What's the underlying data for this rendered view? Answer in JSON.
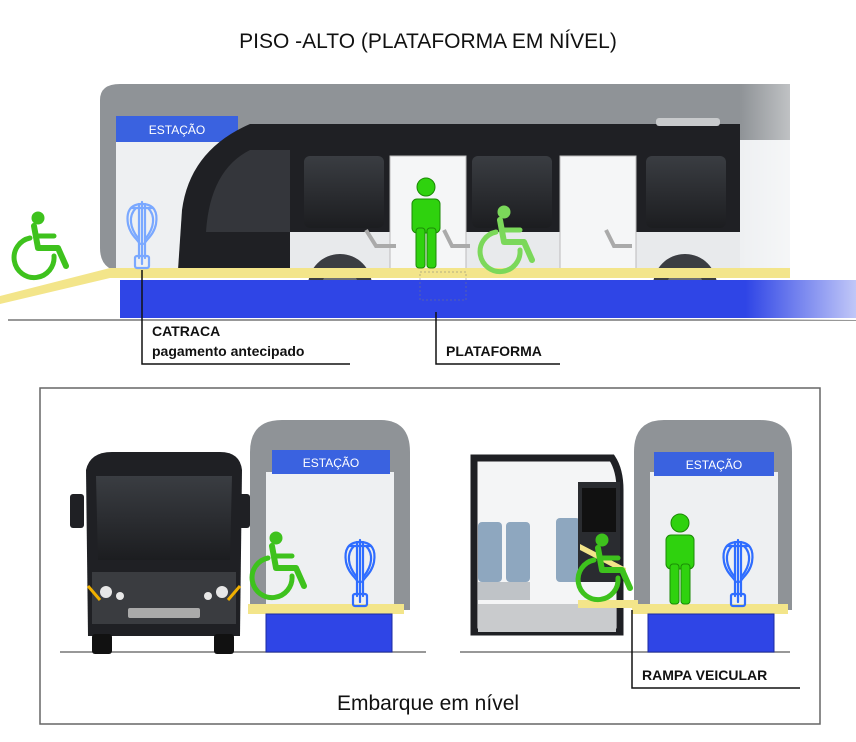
{
  "title": "PISO -ALTO (PLATAFORMA EM NÍVEL)",
  "labels": {
    "station_top": "ESTAÇÃO",
    "station_front": "ESTAÇÃO",
    "station_side": "ESTAÇÃO",
    "turnstile_line1": "CATRACA",
    "turnstile_line2": "pagamento antecipado",
    "platform": "PLATAFORMA",
    "vehicle_ramp": "RAMPA VEICULAR",
    "caption": "Embarque em nível"
  },
  "colors": {
    "platform_blue": "#2f45e6",
    "station_header_blue": "#3a62e0",
    "accessible_green": "#3ec21d",
    "person_green": "#2fd20e",
    "ramp_yellow": "#f3e58a",
    "bus_dark": "#2a2c30",
    "station_gray": "#8e9296",
    "turnstile_blue": "#7aa8ff"
  },
  "icons": [
    "wheelchair-user-icon",
    "person-standing-icon",
    "turnstile-icon"
  ]
}
